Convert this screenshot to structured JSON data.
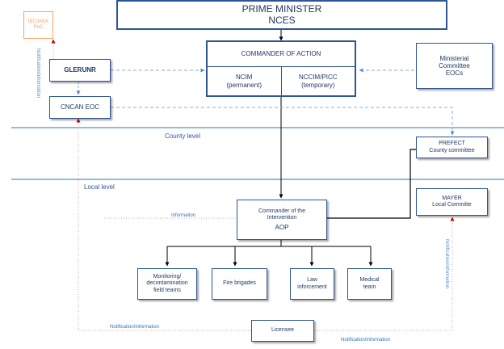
{
  "nodes": {
    "pm": {
      "line1": "PRIME MINISTER",
      "line2": "NCES"
    },
    "iec": {
      "line1": "IEC/IAEA",
      "line2": "PoC"
    },
    "glerunr": {
      "label": "GLERUNR"
    },
    "cncan": {
      "label": "CNCAN EOC"
    },
    "commander": {
      "label": "COMMANDER OF ACTION"
    },
    "ncim": {
      "line1": "NCIM",
      "line2": "(permanent)"
    },
    "nccim": {
      "line1": "NCCIM/PICC",
      "line2": "(temporary)"
    },
    "ministerial": {
      "line1": "Ministerial",
      "line2": "Committee",
      "line3": "EOCs"
    },
    "prefect": {
      "line1": "PREFECT",
      "line2": "County committee"
    },
    "mayer": {
      "line1": "MAYER",
      "line2": "Local Committe"
    },
    "intervention": {
      "line1": "Commander of the",
      "line2": "Intervention",
      "line3": "AOP"
    },
    "monitoring": {
      "line1": "Monitoring/",
      "line2": "decontamination",
      "line3": "field teams"
    },
    "fire": {
      "label": "Fire brigades"
    },
    "law": {
      "line1": "Law",
      "line2": "inforcement"
    },
    "medical": {
      "line1": "Medical",
      "line2": "team"
    },
    "licensee": {
      "label": "Licensee"
    }
  },
  "levels": {
    "county": "County level",
    "local": "Local level"
  },
  "edge_labels": {
    "notif_iec": "Notification/information",
    "information": "Information",
    "notif_bottom_left": "Notification/information",
    "notif_bottom_right": "Notification/information",
    "notif_mayer": "Notification/information"
  },
  "colors": {
    "box_border": "#2e5597",
    "box_text": "#1f3864",
    "iec_orange": "#f4a460",
    "level_line": "#2e75b6",
    "dashed_link": "#8eaadb",
    "dotted_notification": "#e6a3a3",
    "arrow_red": "#c00000"
  }
}
